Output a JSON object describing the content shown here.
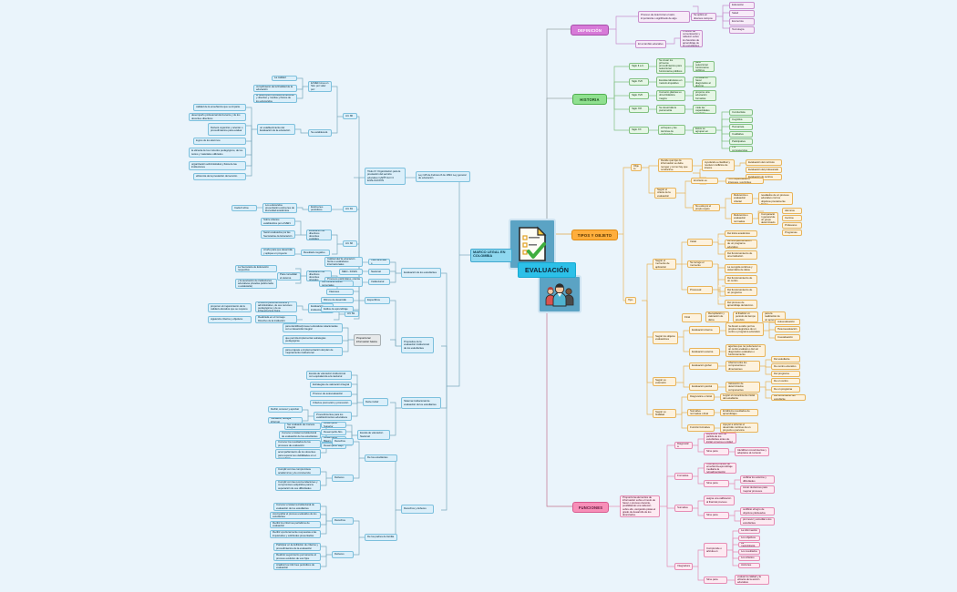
{
  "app": {
    "title": "EVALUACIÓN",
    "background_color": "#eaf4fb",
    "type": "mindmap"
  },
  "center": {
    "title": "EVALUACIÓN",
    "title_color": "#2cc0e8",
    "icons": [
      {
        "name": "clipboard-checklist-icon",
        "label": "Lista de verificación"
      },
      {
        "name": "people-group-icon",
        "label": "Grupo de personas"
      }
    ]
  },
  "branches": [
    {
      "id": "definicion",
      "label": "DEFINICIÓN",
      "color": "#d77ad8"
    },
    {
      "id": "historia",
      "label": "HISTORIA",
      "color": "#8fe08f"
    },
    {
      "id": "tipos",
      "label": "TIPOS Y OBJETO",
      "color": "#ffae3c"
    },
    {
      "id": "funciones",
      "label": "FUNCIONES",
      "color": "#f78fb8"
    },
    {
      "id": "marco",
      "label": "MARCO LEGAL EN COLOMBIA",
      "color": "#8fd8f0"
    }
  ],
  "definicion": {
    "n1": "Proceso de determinar el valor, importancia o significado de algo",
    "n2": "Se aplica en diversos campos",
    "n3": "Educación",
    "n4": "Salud",
    "n5": "Economía",
    "n6": "Tecnología",
    "n7": "En el ámbito educativo",
    "n8": "Proceso de comunicación y reflexión sobre los favoritos de aprendizaje de los estudiantes"
  },
  "historia": {
    "s1": "Siglo II a.C.",
    "s1a": "Se crean los primeros procedimientos para seleccionar funcionarios públicos",
    "s1b": "para seleccionar funcionarios públicos",
    "s2": "Siglo XVII",
    "s2a": "Escalas tabulares en método inquisitivo",
    "s2b": "consiste en hacer diagnóstico al alumno",
    "s3": "Siglo XVII",
    "s3a": "Comenio plantea su obra Didáctica magna",
    "s3b": "propone una educación formativa",
    "s4": "Siglo XIX",
    "s4a": "Se desarrolla la psicometría",
    "s4b": "Ciencia que mide las capacidades mentales",
    "s5": "Siglo XX",
    "s5a": "Se diversifican los enfoques y las técnicas de evaluación",
    "s5b": "Estos se agrupan en",
    "s5c1": "Conductista",
    "s5c2": "Cognitiva",
    "s5c3": "Humanista",
    "s5c4": "Cualitativa",
    "s5c5": "Participativa",
    "s5c6": "Por competencias"
  },
  "tipos": {
    "objeto": "Objeto",
    "objeto_a": "Decide qué tipo de información se debe recoger y como hay que conducirse.",
    "objeto_b": "Ayudando a clasificar y resolver conflictos de interés",
    "objeto_c1": "Evaluación del currículo",
    "objeto_c2": "Evaluación del profesorado",
    "objeto_c3": "Evaluación de centros",
    "criterio": "Según el criterio de la evaluación",
    "crit_a": "El criterio es",
    "crit_a1": "Toro capacidades o intereses, sus límites",
    "crit_b": "No está por el propio sujeto",
    "crit_b1": "Referencia o evaluación criterial",
    "crit_b1a": "se comparan los resultados de un proceso educativo con los objetivos previamente fijados",
    "crit_b2": "Referencia o evaluación normativa",
    "crit_b2a": "Comparación general de un grupo determinado",
    "crit_b2b1": "Alumnos",
    "crit_b2b2": "Centros",
    "crit_b2b3": "Profesores",
    "crit_b2b4": "Programas",
    "tipo": "Tipo",
    "momento": "Según el momento de aplicación",
    "m_inicial": "Inicial",
    "m_inicial_a": "Se recoge el momento",
    "m_inicial_b1": "Del inicio académico",
    "m_inicial_b2": "De la implementación de un programa educativo",
    "m_inicial_b3": "Del funcionamiento de una institución",
    "m_proc": "Procesual",
    "m_proc_a": "Valoración a través de",
    "m_proc_b1": "La recogida continua y sistemática de datos",
    "m_proc_b2": "Del funcionamiento de un centro",
    "m_proc_b3": "Del funcionamiento de un programa",
    "m_proc_b4": "Del proceso de aprendizaje del alumno",
    "m_final": "Final",
    "m_final_a": "Recopilación y valoración de datos",
    "m_final_b": "al finalizar un periodo de tiempo previsto",
    "m_final_c": "para la realización de un aprendizaje",
    "obj_incluidos": "Según los objetos evaluadores",
    "ev_interna": "Evaluación interna",
    "ev_interna_a": "Se llevan a cabo por los propios integrantes de un centro o programa educativo",
    "ev_interna_b1": "Autoevaluación",
    "ev_interna_b2": "Heteroevaluación",
    "ev_interna_b3": "Coevaluación",
    "ev_externa": "Evaluación externa",
    "ev_externa_a": "agentes que no pertenecen a un centro evalúan o dan un diagnóstico evaluativo o funcionamiento",
    "extension": "Según su extensión",
    "ev_global": "Evaluación global",
    "ev_global_a": "Abarca todos los componentes o dimensiones",
    "ev_global_b1": "Del estudiante",
    "ev_global_b2": "De centro educativo",
    "ev_global_b3": "Del programa",
    "ev_parcial": "Evaluación parcial",
    "ev_parcial_a": "Valoración de determinados componentes",
    "ev_parcial_b1": "De un centro",
    "ev_parcial_b2": "De un programa",
    "ev_parcial_b3": "Del rendimiento del estudiante",
    "finalidad": "Según su finalidad",
    "f1": "Diagnóstica o inicial",
    "f1a": "Lograr el conocimiento inicial del estudiante",
    "f2": "Sumativa normativa o final",
    "f2a": "Emitirá los resultados de aprendizajes",
    "f3": "Función formativa",
    "f3a": "Apoyar a reforzar el desarrollo continuo de un proyecto o persona"
  },
  "funciones": {
    "root": "Proporciona elementos de información sobre el modo de hacer o proceso docente, posibilitando una reflexión sobre ello, otorgando pistas el grado de desarrollo de los alcanzados.",
    "diag": "Diagnóstica",
    "diag_a": "Explora el nivel de partida de los estudiantes antes de iniciar un tema o unidad",
    "diag_b": "Sirve para",
    "diag_b1": "Identificar conocimientos y adaptarse al contexto",
    "form": "Formativa",
    "form_a": "Orienta el proceso de enseñanza-aprendizaje mediante la retroalimentación",
    "form_b": "Sirve para",
    "form_b1": "verificar los aciertos y dificultades",
    "form_b2": "tomar decisiones para mejorar procesos",
    "sum": "Sumativa",
    "sum_a": "asigna una calificación al final del proceso",
    "sum_b": "Sirve para",
    "sum_b1": "certificar el logro de objetivos planteados",
    "sum_b2": "promover y acreditar a los estudiantes",
    "int": "Integradora",
    "int_a": "Comprende o articula en",
    "int_a1": "La información",
    "int_a2": "Los objetivos",
    "int_a3": "La metodología",
    "int_a4": "Los resultados",
    "int_a5": "Los criterios",
    "int_a6": "Acciones",
    "int_b": "Sirve para",
    "int_b1": "evaluar la calidad y la eficacia de la acción educativa"
  },
  "marco": {
    "ley": "Ley 115 de Febrero 8 de 1994: Ley general de educación",
    "art_intro": "Titulo IV: Organización para la prestación del servicio educativo CAPÍTULO 3 EVALUACIÓN",
    "art80": "Art. 80",
    "art80_a": "El MEN crea un Sist. por valor por:",
    "art80_a1": "La calidad",
    "art80_a2": "cumplimiento de la finalidad de la educación",
    "art80_a3": "el desempeño profesional docente y directivo y medios y físicos de los educandos",
    "art80_b": "Se establecerá",
    "art80_b1": "un establecimiento del Evaluación de la educación",
    "art80_c": "Deberá organizar y orientar o procedimientos para evaluar",
    "art80_c1": "calidad de la enseñanza que se imparte",
    "art80_c2": "desempeño profesional del docente y de los docentes directivos",
    "art80_c3": "logros de los alumnos",
    "art80_c4": "la eficacia de los métodos pedagógicos, de los textos y materiales utilizados",
    "art80_c5": "organización administrativa y física de las instituciones",
    "art80_c6": "eficiencia de la prestación del servicio",
    "art81": "Art. 81",
    "art81_a": "Exámenes periódicos",
    "art81_b": "Los educandos presentarán exámenes de idoneidad académica",
    "art81_c": "Cada 6 años",
    "art82": "Art. 82",
    "art82_a": "Evaluación de directivos docentes estatales",
    "art82_b": "Sobre criterios establecidos por el MEN",
    "art82_c": "Serán evaluados por las Secretarías de Educación",
    "art82_d": "Al año para que desarrolle y aplique un proyecto",
    "art82_e": "Resultado negativo",
    "art83": "Art. 83",
    "art83_a": "Evaluación de directivos docentes privados",
    "art83_b": "Para consolidar el sistema",
    "art83_c": "La Secretaría de Educación respectiva",
    "art83_d": "y la asociación de instituciones educativas privadas (adicionarla o estatutaria)",
    "art84": "Art. 84",
    "art84_a": "Evaluación institucional anual",
    "art84_b": "Realizada en el Consejo Directivo de la institución",
    "art84_c": "A todo el personal docente y administrativo, de sus recursos pedagógicos y de su infraestructura física",
    "art84_d": "proponer el mejoramiento de la calidad educativa que se requiere",
    "art84_e": "siguiendo criterios y objetivos",
    "ev_estudiantes": "Evaluación de los estudiantes",
    "ev_est_1": "Internacionales",
    "ev_est_1a": "Calidad del/ la educación frente a estándares internacionales",
    "ev_est_2": "Nacional",
    "ev_est_2a": "MEN - ICFES",
    "ev_est_3": "Institucional",
    "ev_est_3a": "Procesos particulares, orienta el desarrollo de los estudiantes.",
    "prop_inst": "Propósitos de la evaluación institucional de los estudiantes",
    "prop_esp": "Específicos",
    "prop_esp_1": "Las características personales",
    "prop_esp_2": "Intereses",
    "prop_esp_3": "Ritmos de desarrollo",
    "prop_esp_4": "Estilos de aprendizaje",
    "prop_gen": "Proporcionar información básica",
    "prop_gen_1": "para identificar/proveer educativas relacionadas con el desarrollo integral",
    "prop_gen_2": "que permita implementar estrategias pedagógicas",
    "prop_gen_3": "para el ajuste e implementación del plan de mejoramiento institucional",
    "sist_inst": "Sistema institucional de evaluación de los estudiantes",
    "sist_debe": "Debe incluir",
    "sist_debe_1": "Escala de valoración institucional con equivalencia a la nacional",
    "sist_debe_2": "Estrategias de valoración integral",
    "sist_debe_3": "Proceso de autoevaluación",
    "sist_debe_4": "Criterios promoción y promoción",
    "sist_debe_5": "Procedimientos para los establecimientos educativos",
    "sist_debe_5a": "Definir, conocer y aprobar",
    "sist_debe_5b": "Socializar, divulgar, informar",
    "escala": "Escala de valoración Nacional",
    "escala_1": "Desempeño Superior",
    "escala_2": "Desempeño Alto",
    "escala_3": "Desempeño Básico",
    "escala_4": "Desempeño Bajo",
    "derechos_deberes": "Derechos y deberes",
    "de_estudiantes": "De los estudiantes",
    "est_der": "Derechos",
    "est_der_1": "Ser evaluado de manera integral",
    "est_der_2": "Conocer el sistema institucional de evaluación de los estudiantes",
    "est_der_3": "Conocer los resultados de los procesos de evaluación",
    "est_der_4": "Recibir la asesoría y acompañamiento de los docentes para superar sus debilidades en el aprendizaje",
    "est_deb": "Deberes",
    "est_deb_1": "Cumplir con los compromisos académicos y de convivencia",
    "est_deb_2": "Cumplir con las recomendaciones y compromisos adquiridos para la superación de sus dificultades",
    "de_padres": "De los padres de familia",
    "pad_der": "Derechos",
    "pad_der_1": "Conocer el sistema institucional de evaluación de los estudiantes",
    "pad_der_2": "Acompañar el proceso evaluativo de los estudiantes",
    "pad_der_3": "Recibir los informes periódicos de evaluación",
    "pad_der_4": "Recibir oportunamente respuestas a las inquietudes y solicitudes presentadas",
    "pad_deb": "Deberes",
    "pad_deb_1": "Participar en la definición de criterios y procedimientos de la evaluación",
    "pad_deb_2": "Realizar seguimiento permanente al proceso evolutivo de sus hijos",
    "pad_deb_3": "Analizar los informes periódicos de evaluación"
  }
}
